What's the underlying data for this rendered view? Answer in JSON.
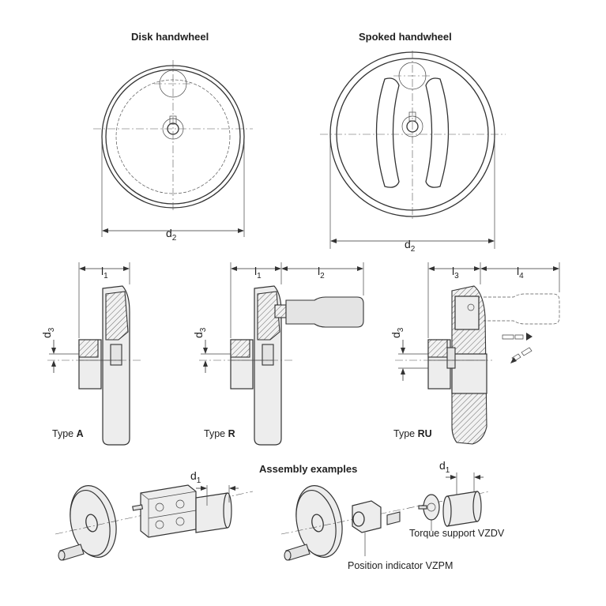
{
  "titles": {
    "disk": "Disk handwheel",
    "spoked": "Spoked handwheel",
    "assembly": "Assembly examples"
  },
  "dims": {
    "d": "d",
    "l": "l",
    "sub_1": "1",
    "sub_2": "2",
    "sub_3": "3",
    "sub_4": "4"
  },
  "types": [
    {
      "prefix": "Type ",
      "code": "A"
    },
    {
      "prefix": "Type ",
      "code": "R"
    },
    {
      "prefix": "Type ",
      "code": "RU"
    }
  ],
  "callouts": {
    "torque": "Torque support VZDV",
    "position": "Position indicator VZPM"
  }
}
